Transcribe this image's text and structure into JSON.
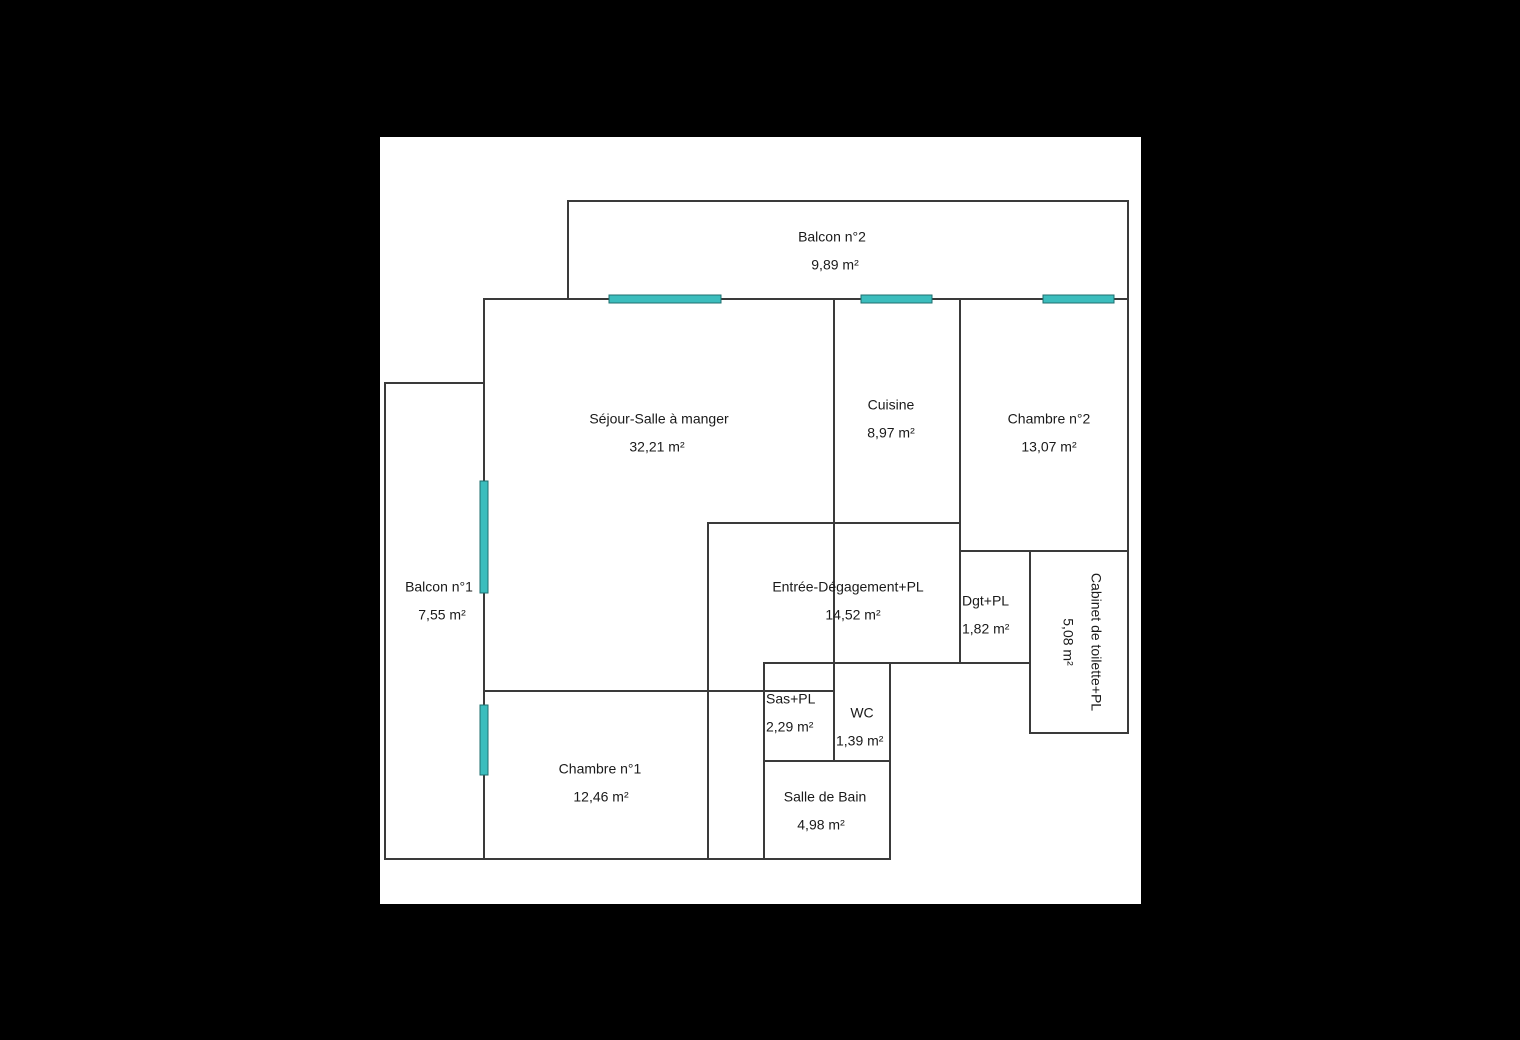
{
  "colors": {
    "background": "#000000",
    "plan_background": "#ffffff",
    "wall": "#3a3a3a",
    "window_fill": "#3bbdbd",
    "window_stroke": "#1f6f6f",
    "text": "#1a1a1a"
  },
  "rooms": {
    "balcon2": {
      "name": "Balcon n°2",
      "area": "9,89  m²"
    },
    "sejour": {
      "name": "Séjour-Salle à manger",
      "area": "32,21  m²"
    },
    "cuisine": {
      "name": "Cuisine",
      "area": "8,97  m²"
    },
    "chambre2": {
      "name": "Chambre n°2",
      "area": "13,07  m²"
    },
    "balcon1": {
      "name": "Balcon n°1",
      "area": "7,55  m²"
    },
    "entree": {
      "name": "Entrée-Dégagement+PL",
      "area": "14,52  m²"
    },
    "dgt": {
      "name": "Dgt+PL",
      "area": "1,82  m²"
    },
    "cabinet": {
      "name": "Cabinet de toilette+PL",
      "area": "5,08  m²"
    },
    "sas": {
      "name": "Sas+PL",
      "area": "2,29  m²"
    },
    "wc": {
      "name": "WC",
      "area": "1,39  m²"
    },
    "chambre1": {
      "name": "Chambre n°1",
      "area": "12,46  m²"
    },
    "sdb": {
      "name": "Salle de Bain",
      "area": "4,98  m²"
    }
  }
}
